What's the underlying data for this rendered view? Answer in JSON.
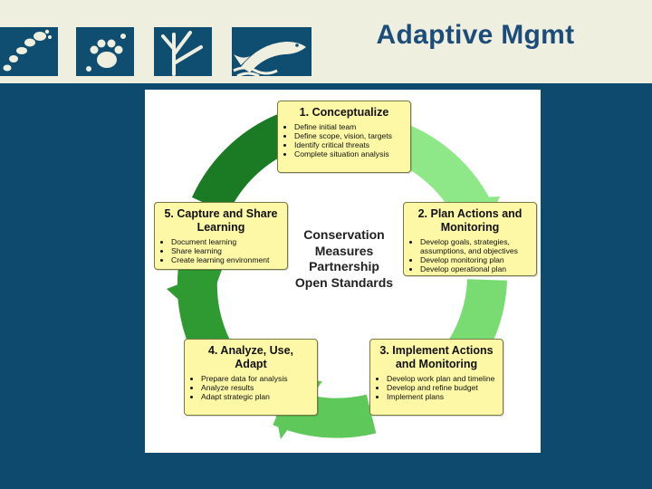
{
  "header": {
    "title": "Adaptive Mgmt",
    "icons": [
      "footprint-icon",
      "paw-prints-icon",
      "plant-icon",
      "fish-icon"
    ]
  },
  "colors": {
    "background": "#0d4a6e",
    "header_band": "#efefdf",
    "title": "#1c4d7a",
    "box_fill": "#fdf8a6",
    "arrow_dark": "#1b7a24",
    "arrow_mid": "#3aa23c",
    "arrow_light": "#7fe07a"
  },
  "diagram": {
    "center_lines": [
      "Conservation",
      "Measures",
      "Partnership",
      "Open Standards"
    ],
    "steps": [
      {
        "title_lines": [
          "1. Conceptualize"
        ],
        "items": [
          "Define initial team",
          "Define scope, vision, targets",
          "Identify critical threats",
          "Complete situation analysis"
        ]
      },
      {
        "title_lines": [
          "2. Plan Actions and",
          "Monitoring"
        ],
        "items": [
          "Develop goals, strategies, assumptions, and objectives",
          "Develop monitoring plan",
          "Develop operational plan"
        ]
      },
      {
        "title_lines": [
          "3. Implement Actions",
          "and Monitoring"
        ],
        "items": [
          "Develop work plan and timeline",
          "Develop and refine budget",
          "Implement plans"
        ]
      },
      {
        "title_lines": [
          "4. Analyze, Use,",
          "Adapt"
        ],
        "items": [
          "Prepare data for analysis",
          "Analyze results",
          "Adapt strategic plan"
        ]
      },
      {
        "title_lines": [
          "5. Capture and Share",
          "Learning"
        ],
        "items": [
          "Document learning",
          "Share learning",
          "Create learning environment"
        ]
      }
    ]
  }
}
